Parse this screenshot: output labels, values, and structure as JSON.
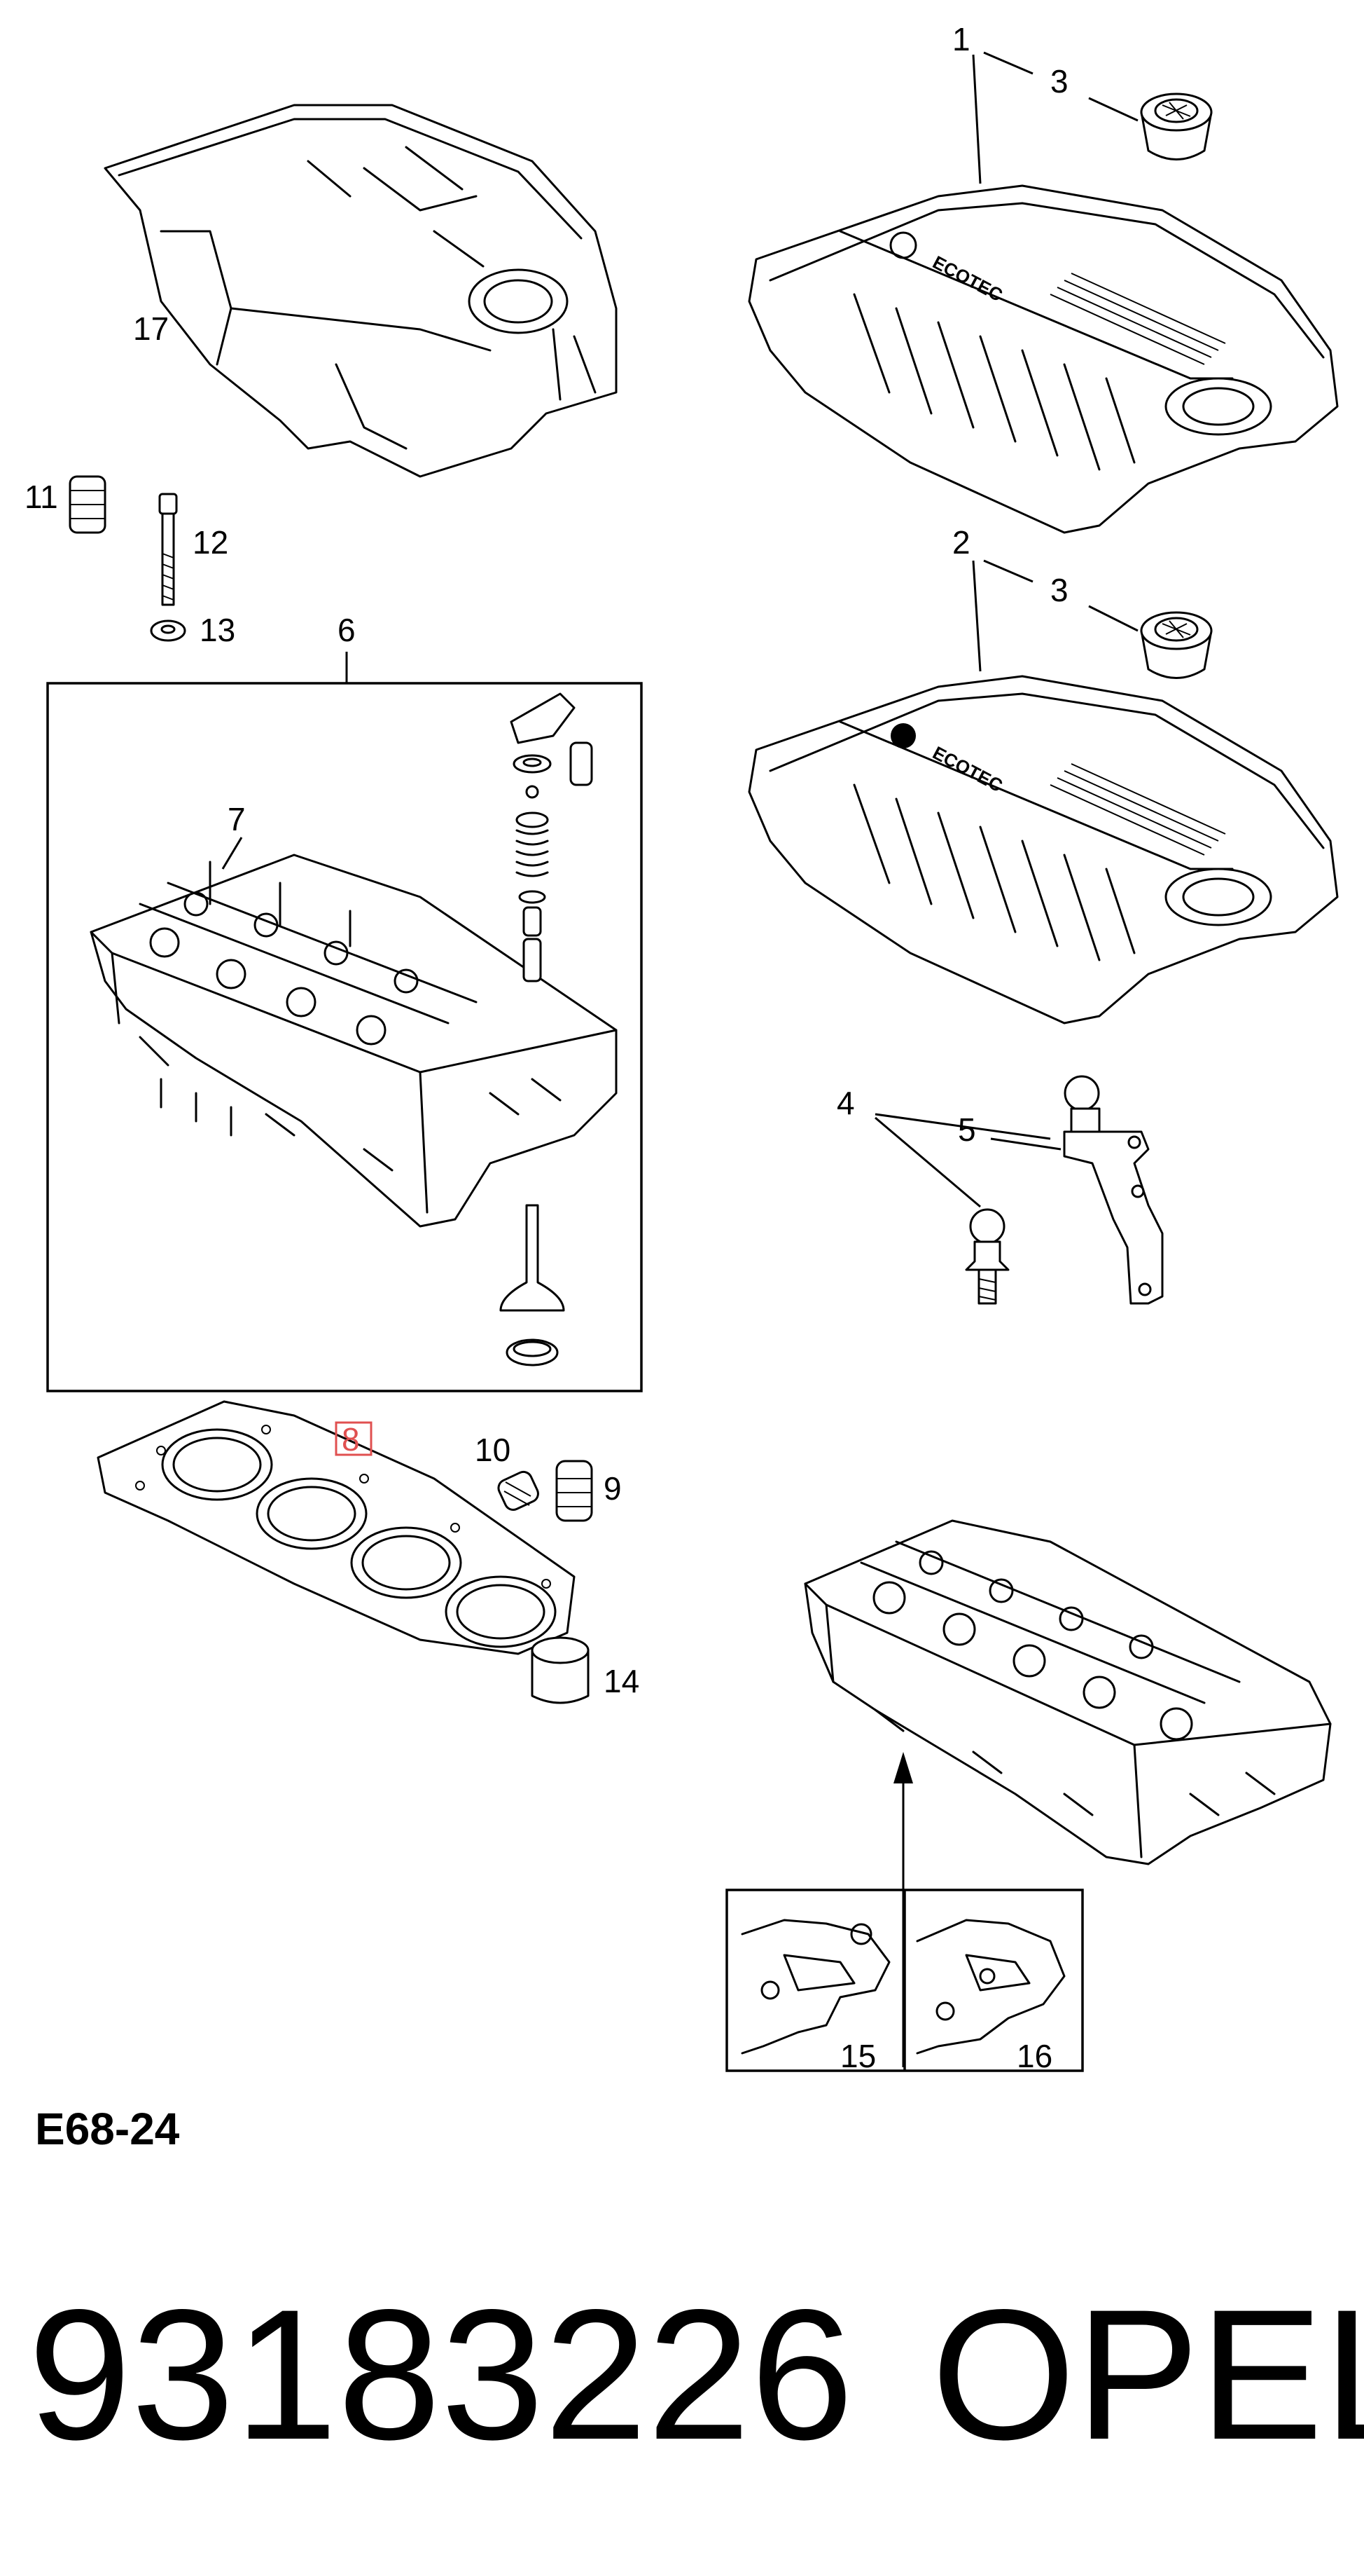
{
  "callouts": {
    "c1": "1",
    "c2": "2",
    "c3a": "3",
    "c3b": "3",
    "c4": "4",
    "c5": "5",
    "c6": "6",
    "c7": "7",
    "c8": "8",
    "c9": "9",
    "c10": "10",
    "c11": "11",
    "c12": "12",
    "c13": "13",
    "c14": "14",
    "c15": "15",
    "c16": "16",
    "c17": "17"
  },
  "cover_text": {
    "brand": "ECOTEC"
  },
  "diagram_code": "E68-24",
  "part_number": "93183226",
  "brand": "OPEL",
  "highlighted_callout": "8",
  "colors": {
    "highlight": "#e05050",
    "line": "#000000",
    "background": "#ffffff"
  }
}
